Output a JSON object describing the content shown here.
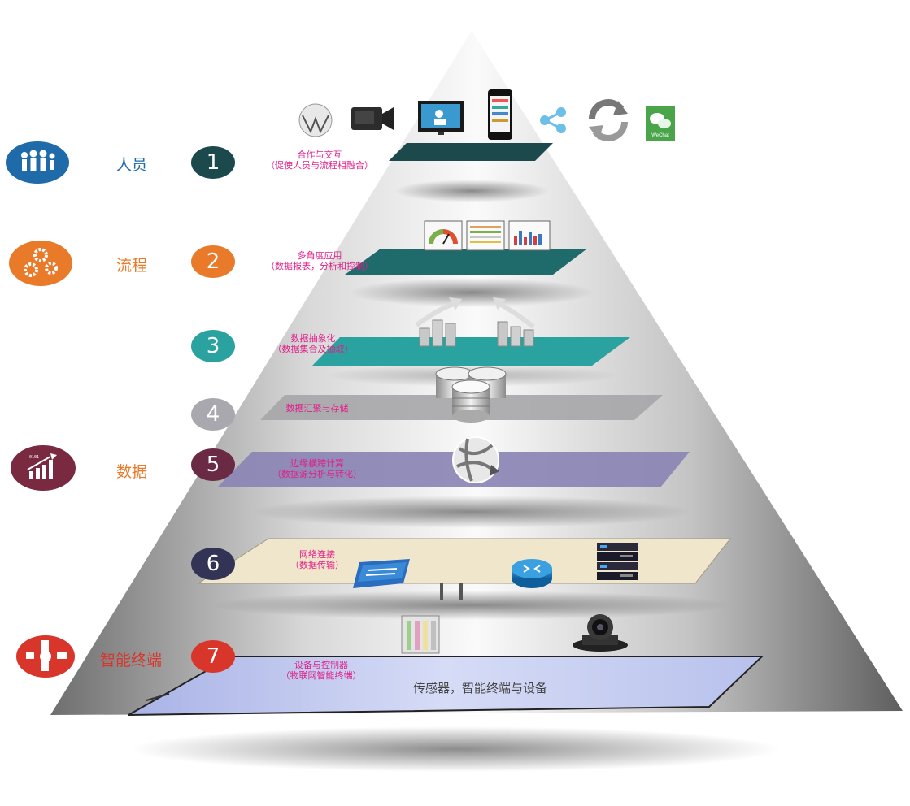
{
  "categories": [
    {
      "label": "人员",
      "color": "#1f6aa8",
      "icon": "people-icon"
    },
    {
      "label": "流程",
      "color": "#e87a2a",
      "icon": "gears-icon"
    },
    {
      "label": "数据",
      "color": "#7a2a40",
      "icon": "data-chart-icon"
    },
    {
      "label": "智能终端",
      "color": "#d8362b",
      "icon": "smart-terminal-icon"
    }
  ],
  "layers": [
    {
      "number": "1",
      "badge_color": "#1c4a4c",
      "title": "合作与交互",
      "subtitle": "（促使人员与流程相融合）"
    },
    {
      "number": "2",
      "badge_color": "#e87a2a",
      "title": "多角度应用",
      "subtitle": "（数据报表，分析和控制）"
    },
    {
      "number": "3",
      "badge_color": "#2aa3a0",
      "title": "数据抽象化",
      "subtitle": "（数据集合及抽取）"
    },
    {
      "number": "4",
      "badge_color": "#a8a8ae",
      "title": "数据汇聚与存储",
      "subtitle": ""
    },
    {
      "number": "5",
      "badge_color": "#6b2a44",
      "title": "边缘横跨计算",
      "subtitle": "（数据源分析与转化）"
    },
    {
      "number": "6",
      "badge_color": "#333355",
      "title": "网络连接",
      "subtitle": "（数据传输）"
    },
    {
      "number": "7",
      "badge_color": "#d8362b",
      "title": "设备与控制器",
      "subtitle": "（物联网智能终端）"
    }
  ],
  "base_label": "传感器，智能终端与设备",
  "top_icons": [
    "wikipedia-icon",
    "video-camera-icon",
    "monitor-icon",
    "smartphone-icon",
    "share-icon",
    "sync-icon",
    "wechat-icon"
  ],
  "wechat_text": "WeChat"
}
